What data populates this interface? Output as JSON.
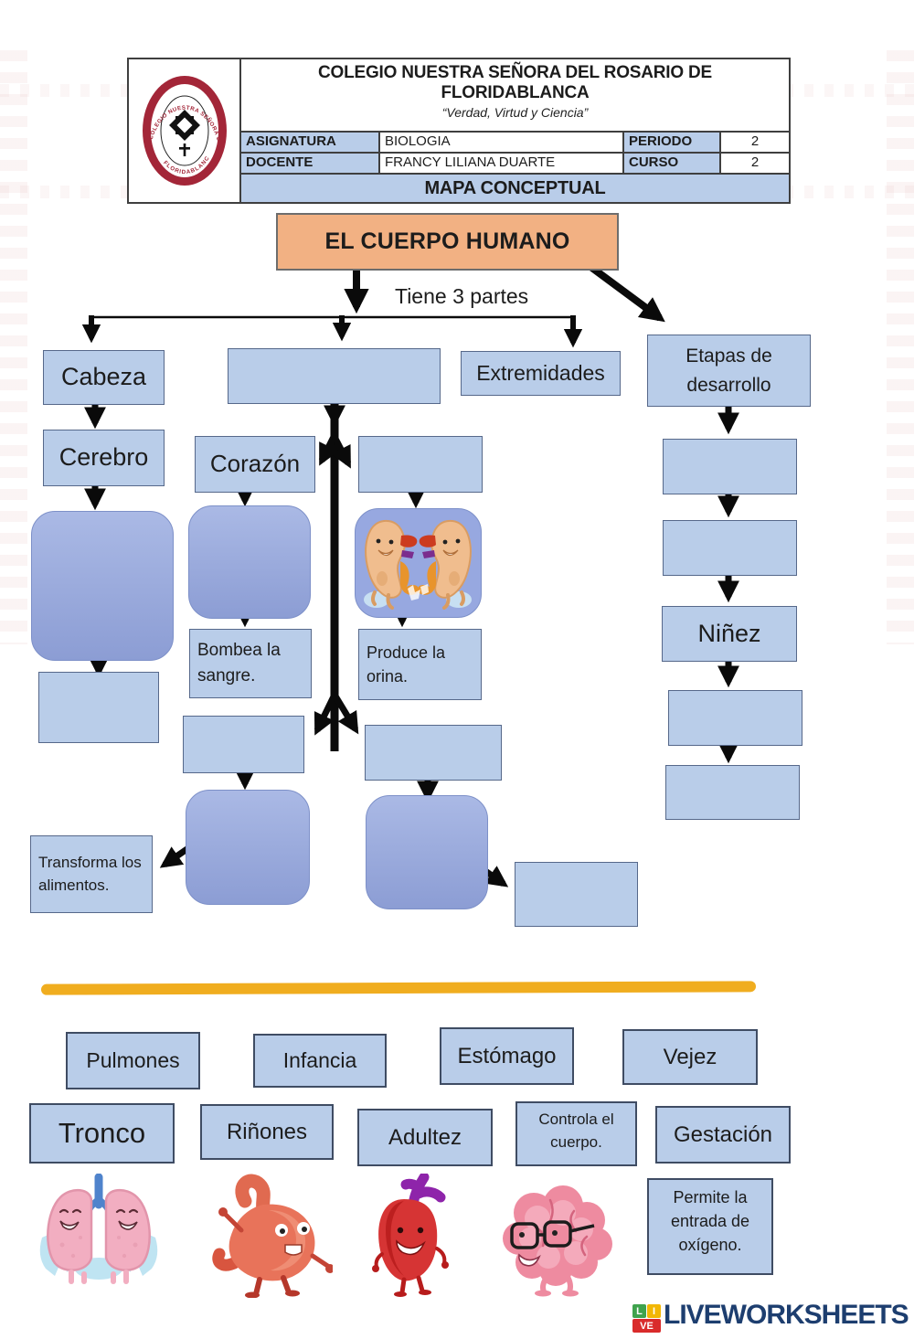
{
  "header": {
    "school_name": "COLEGIO NUESTRA SEÑORA DEL ROSARIO DE FLORIDABLANCA",
    "motto": "“Verdad, Virtud y Ciencia”",
    "asignatura_label": "ASIGNATURA",
    "asignatura_value": "BIOLOGIA",
    "periodo_label": "PERIODO",
    "periodo_value": "2",
    "docente_label": "DOCENTE",
    "docente_value": "FRANCY LILIANA DUARTE",
    "curso_label": "CURSO",
    "curso_value": "2",
    "doc_type": "MAPA CONCEPTUAL",
    "logo_arc_top": "COLEGIO NUESTRA SEÑORA DEL ROSARIO",
    "logo_arc_bottom": "FLORIDABLANCA"
  },
  "map": {
    "root_label": "EL CUERPO HUMANO",
    "connector_label": "Tiene 3 partes",
    "cabeza": "Cabeza",
    "cerebro": "Cerebro",
    "extremidades": "Extremidades",
    "etapas": "Etapas de desarrollo",
    "corazon": "Corazón",
    "ninez": "Niñez",
    "bombea": "Bombea la sangre.",
    "produce": "Produce la orina.",
    "transforma": "Transforma los alimentos."
  },
  "bank": {
    "row1": [
      "Pulmones",
      "Infancia",
      "Estómago",
      "Vejez"
    ],
    "row2": [
      "Tronco",
      "Riñones",
      "Adultez",
      "Controla el cuerpo.",
      "Gestación"
    ]
  },
  "hint_box": "Permite la entrada de oxígeno.",
  "footer": {
    "brand": "LIVEWORKSHEETS",
    "icon_l": "L",
    "icon_i": "I",
    "icon_ve": "VE"
  },
  "images": {
    "kidneys": "kidneys-cartoon",
    "lungs": "lungs-cartoon",
    "stomach": "stomach-cartoon",
    "heart": "heart-cartoon",
    "brain": "brain-cartoon"
  },
  "colors": {
    "accent_orange": "#f2b183",
    "box_blue": "#b9cde9",
    "rounded_top": "#aab9e5",
    "rounded_bottom": "#8c9dd4",
    "divider_yellow": "#f0ad1f",
    "brand_navy": "#1d3e6f",
    "logo_maroon": "#a32638"
  }
}
